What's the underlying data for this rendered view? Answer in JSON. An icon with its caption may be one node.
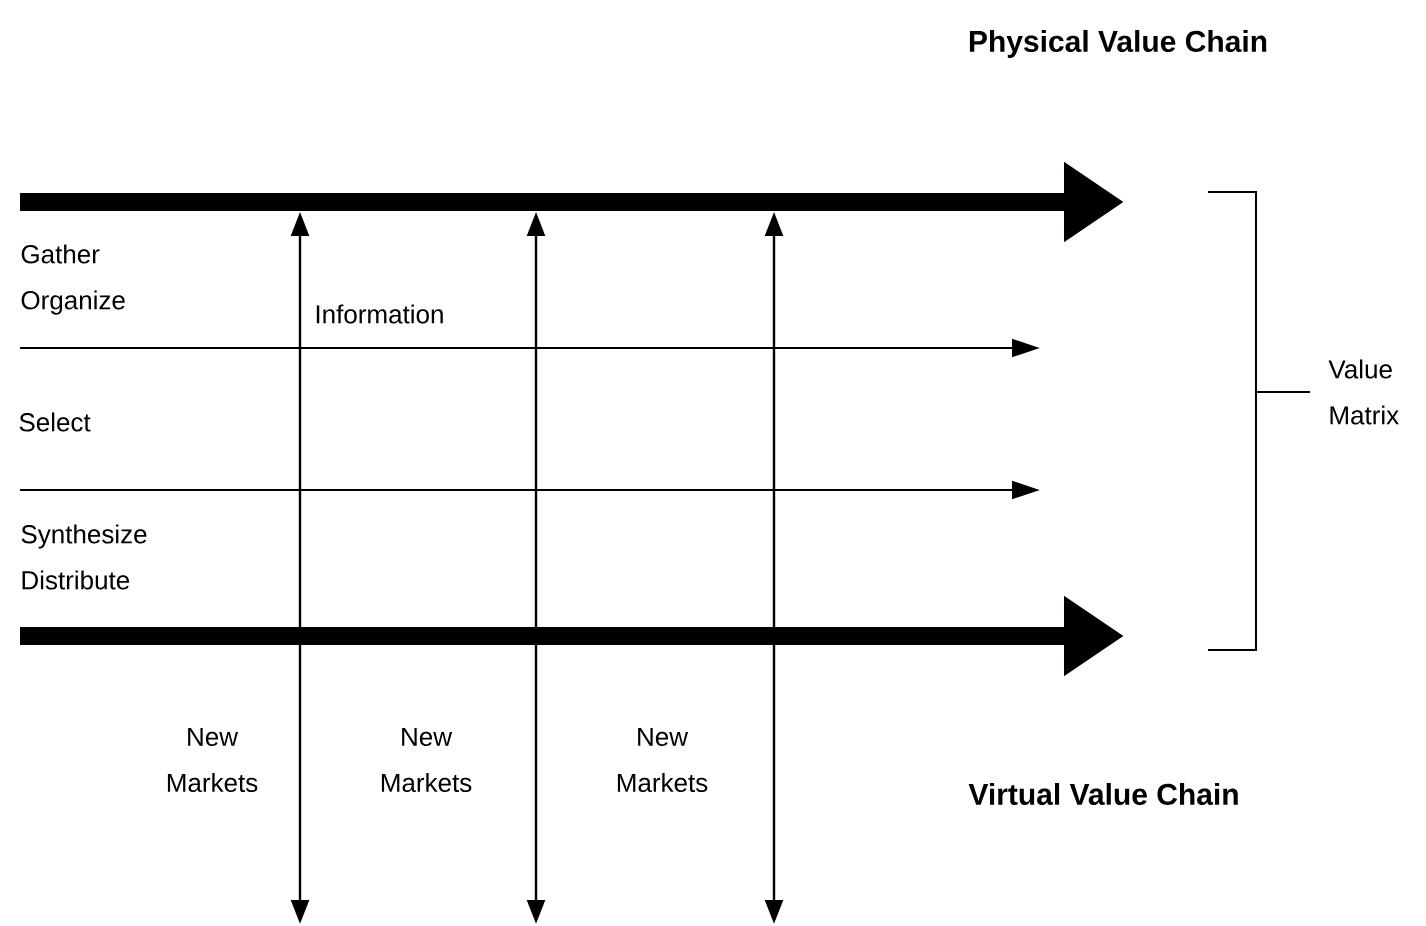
{
  "diagram": {
    "labels": [
      "Physical Value Chain",
      "Gather Organize",
      "Information",
      "Select",
      "Value Matrix",
      "Synthesize Distribute",
      "New Markets",
      "New Markets",
      "New Markets",
      "Virtual Value Chain"
    ]
  }
}
